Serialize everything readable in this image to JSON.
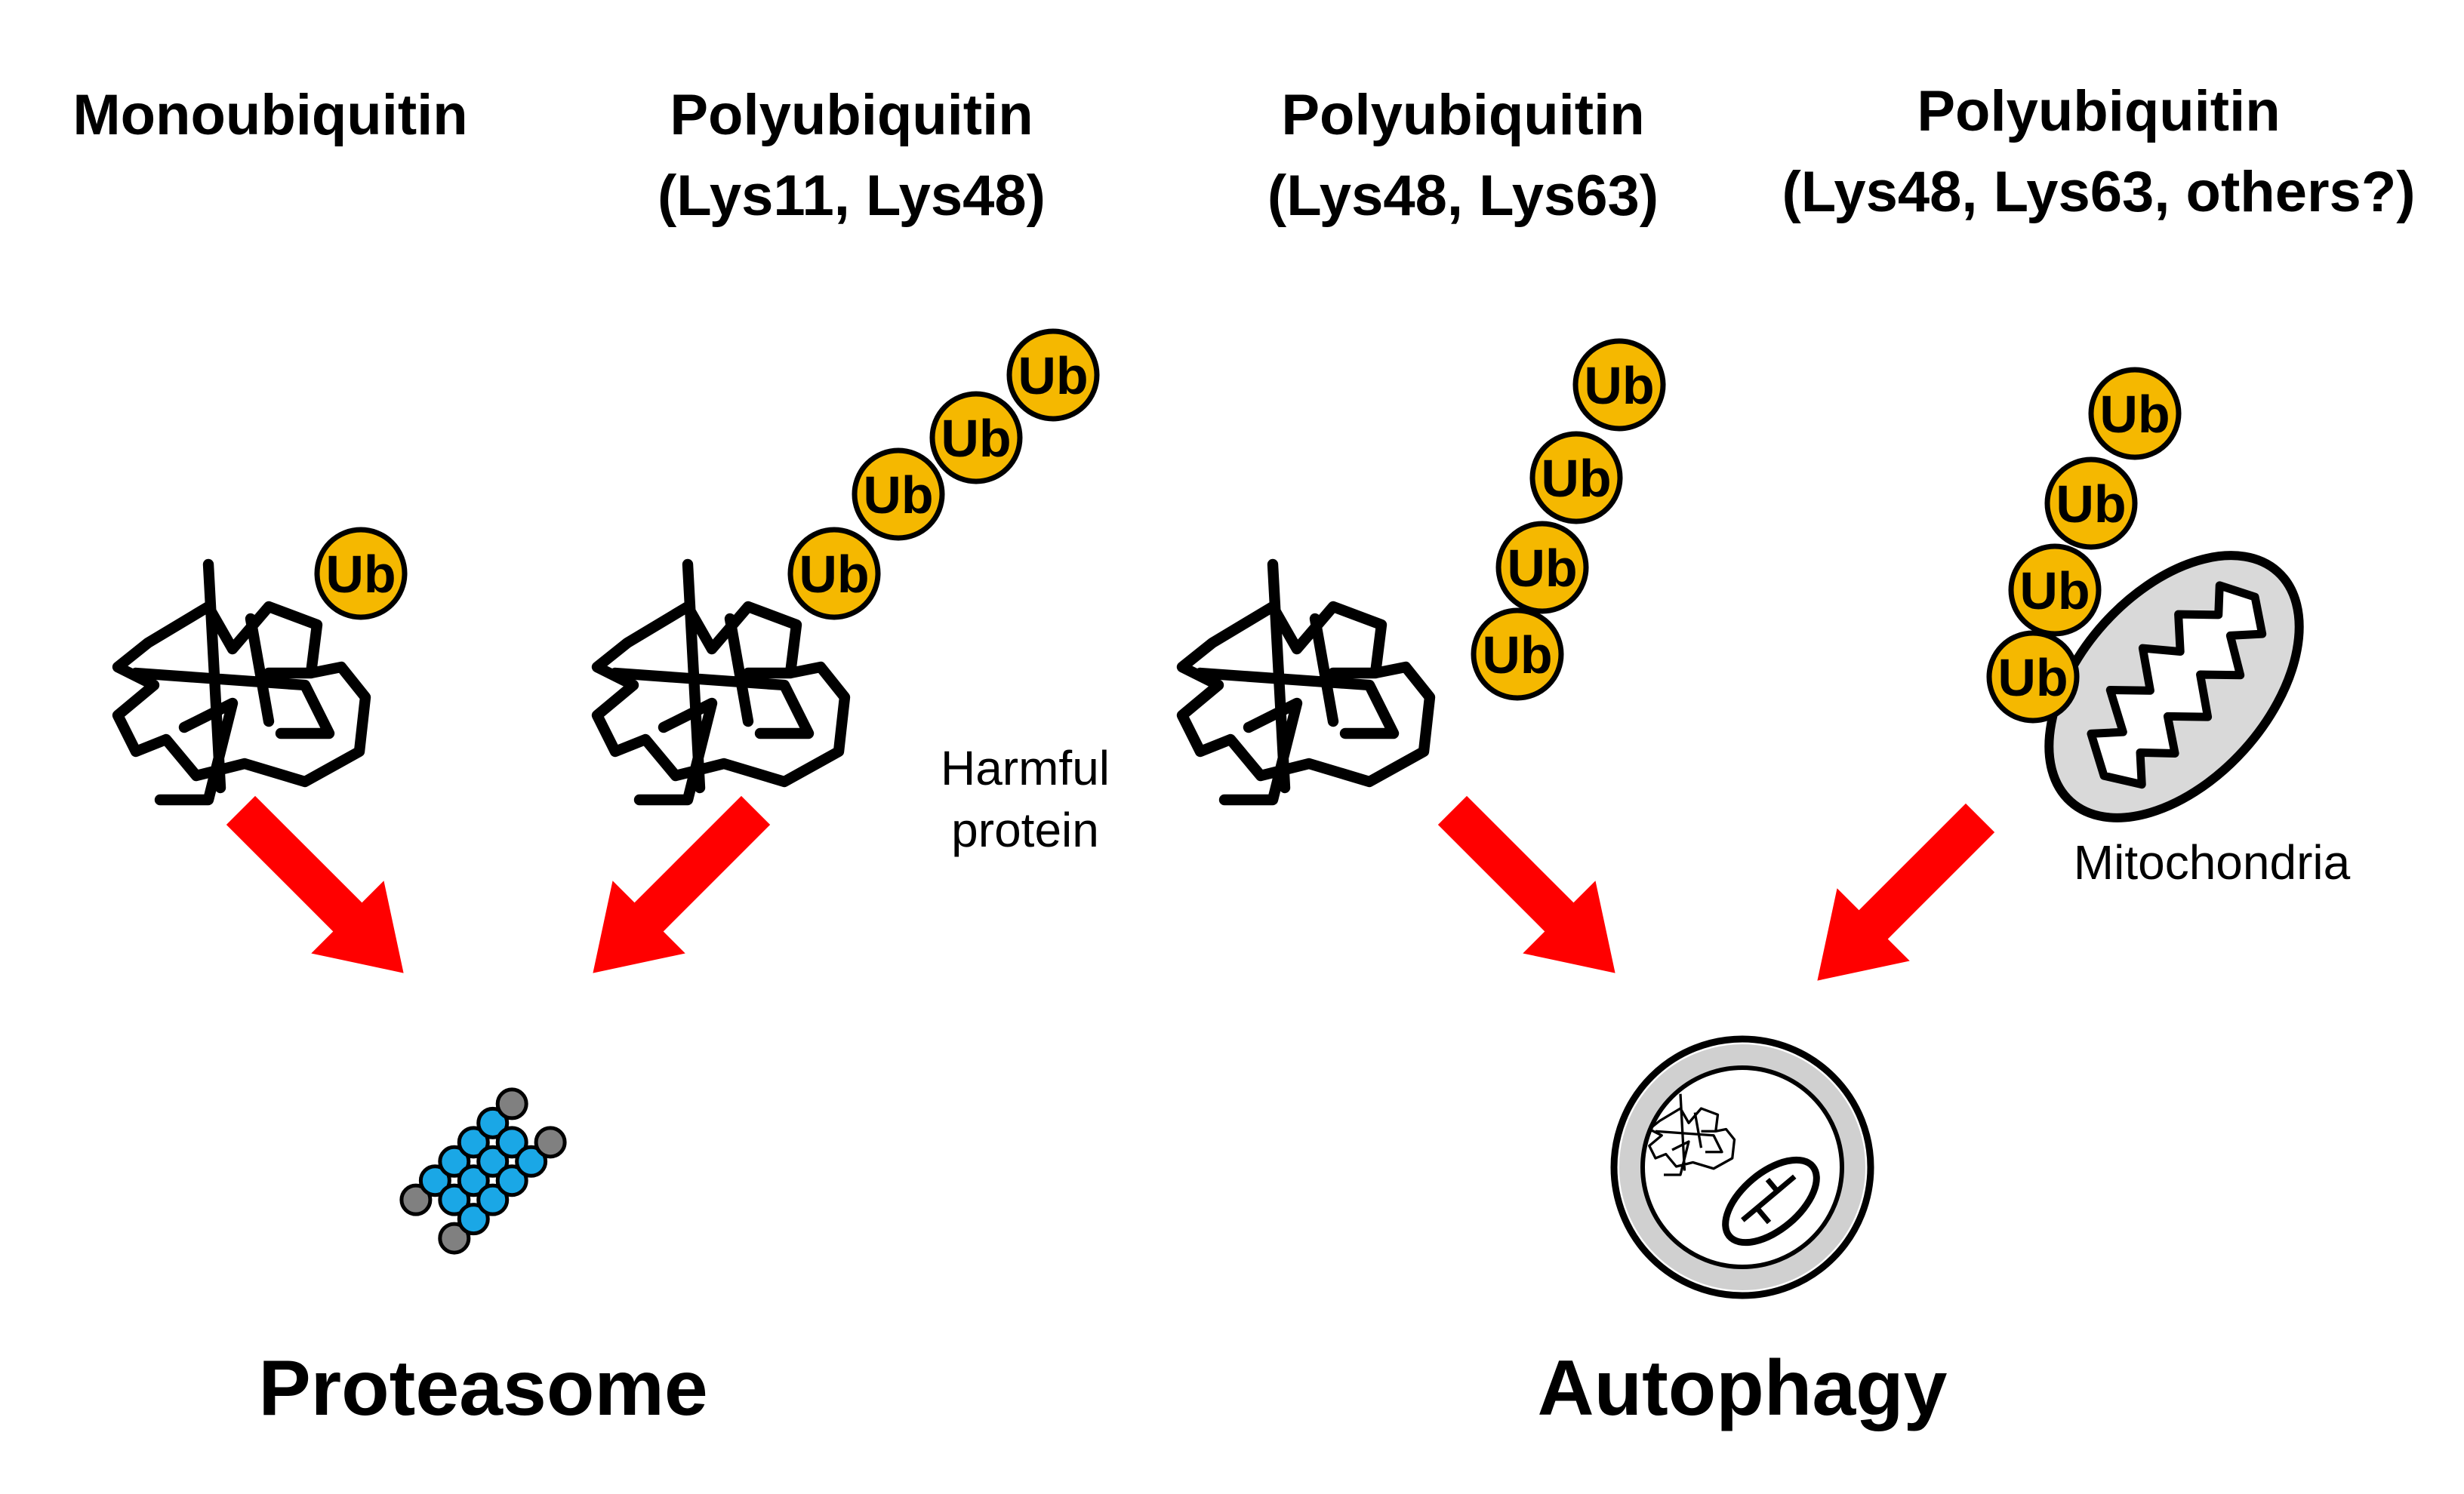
{
  "columns": [
    {
      "title_line1": "Monoubiquitin",
      "title_line2": ""
    },
    {
      "title_line1": "Polyubiquitin",
      "title_line2": "(Lys11, Lys48)"
    },
    {
      "title_line1": "Polyubiquitin",
      "title_line2": "(Lys48, Lys63)"
    },
    {
      "title_line1": "Polyubiquitin",
      "title_line2": "(Lys48, Lys63, others?)"
    }
  ],
  "ubiquitin_label": "Ub",
  "labels": {
    "harmful_line1": "Harmful",
    "harmful_line2": "protein",
    "mitochondria": "Mitochondria"
  },
  "outcomes": {
    "proteasome": "Proteasome",
    "autophagy": "Autophagy"
  },
  "colors": {
    "ubiquitin_fill": "#f5b800",
    "arrow": "#ff0000",
    "proteasome_core": "#1aa7e6",
    "proteasome_cap": "#808080",
    "mitochondria_fill": "#d9d9d9"
  }
}
